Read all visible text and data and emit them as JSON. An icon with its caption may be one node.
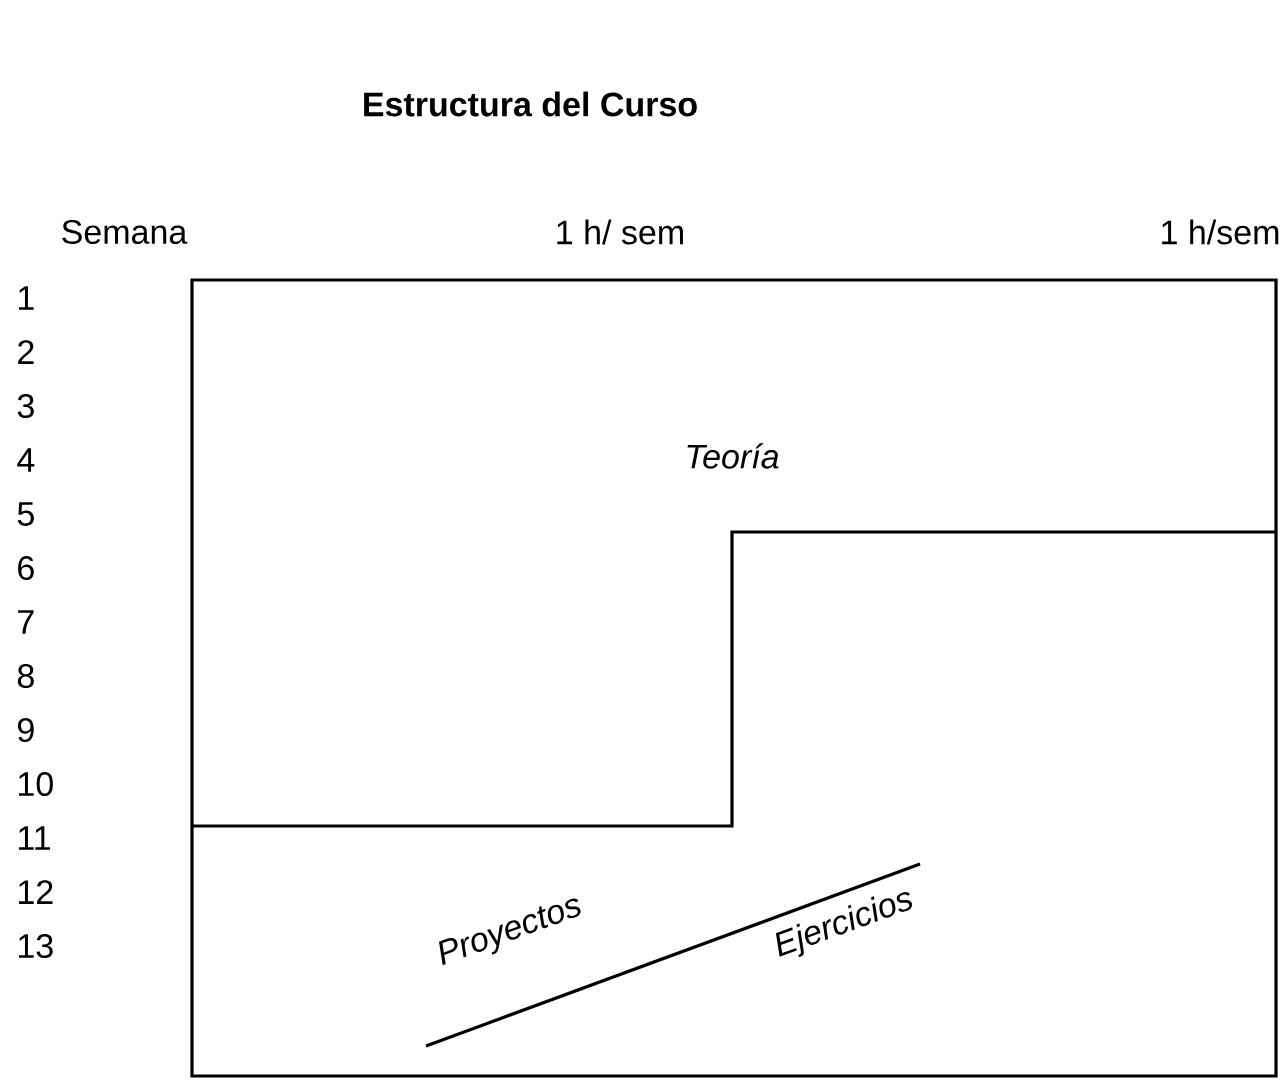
{
  "diagram": {
    "title": "Estructura del Curso",
    "nodes": [
      {
        "text": [
          "Teoría"
        ]
      },
      {
        "text": [
          "Proyectos"
        ]
      },
      {
        "text": [
          "Ejercicios"
        ]
      }
    ],
    "labels": [
      "Semana",
      "1 h/ sem",
      "1 h/sem",
      "1",
      "2",
      "3",
      "4",
      "5",
      "6",
      "7",
      "8",
      "9",
      "10",
      "11",
      "12",
      "13"
    ]
  }
}
